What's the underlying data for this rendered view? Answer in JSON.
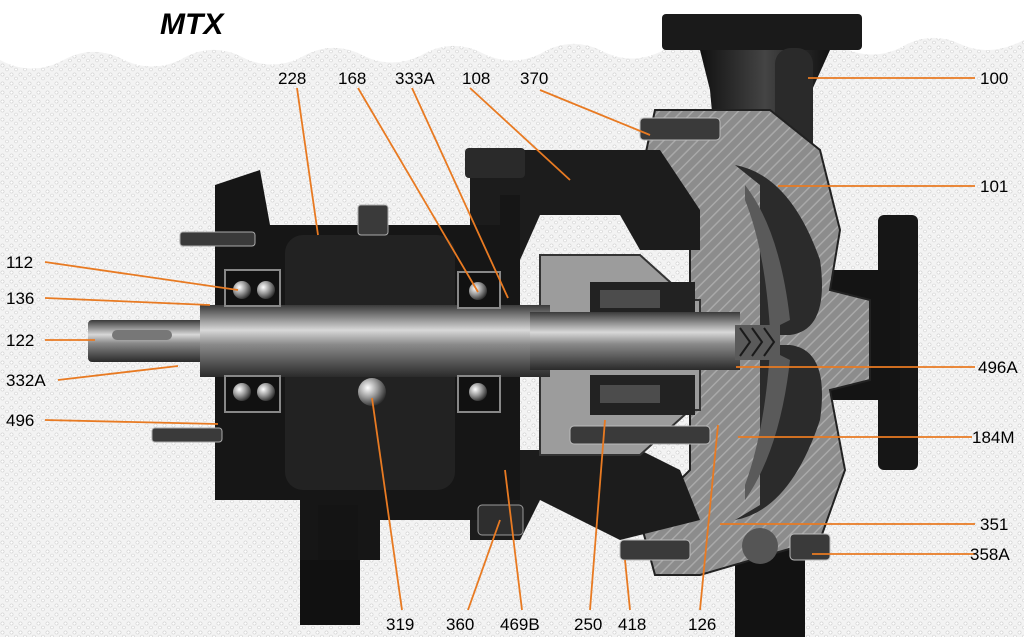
{
  "title": "MTX",
  "colors": {
    "leader": "#e87a22",
    "metal_dark": "#1c1c1c",
    "casing_gray": "#8a8a8a",
    "background_dots": "#d9d9d9"
  },
  "labels": {
    "l228": "228",
    "l168": "168",
    "l333A": "333A",
    "l108": "108",
    "l370": "370",
    "l100": "100",
    "l101": "101",
    "l112": "112",
    "l136": "136",
    "l122": "122",
    "l332A": "332A",
    "l496": "496",
    "l496A": "496A",
    "l184M": "184M",
    "l351": "351",
    "l358A": "358A",
    "l319": "319",
    "l360": "360",
    "l469B": "469B",
    "l250": "250",
    "l418": "418",
    "l126": "126"
  }
}
